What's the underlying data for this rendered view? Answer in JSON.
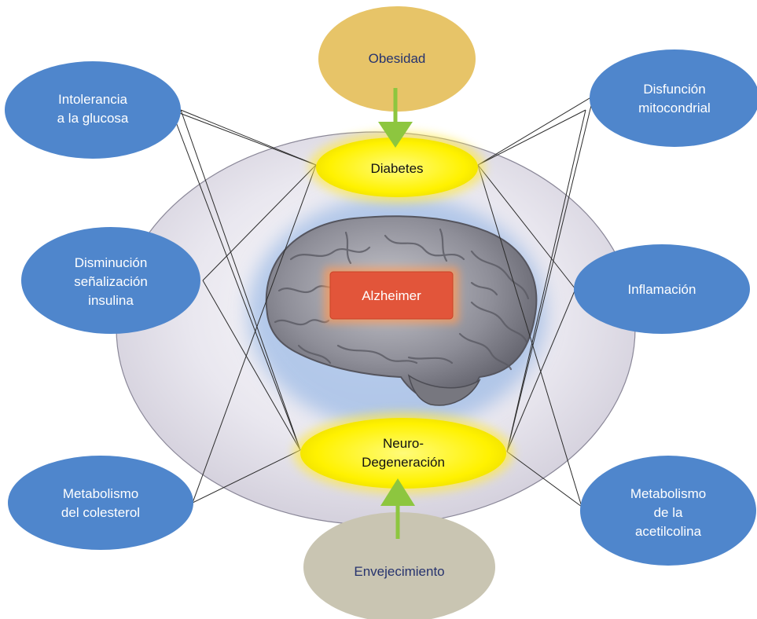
{
  "center": {
    "label": "Alzheimer"
  },
  "hubs": {
    "top": {
      "label": "Diabetes"
    },
    "bottom": {
      "line1": "Neuro-",
      "line2": "Degeneración"
    }
  },
  "drivers": {
    "top": {
      "label": "Obesidad"
    },
    "bottom": {
      "label": "Envejecimiento"
    }
  },
  "factors": {
    "intolerancia": {
      "line1": "Intolerancia",
      "line2": "a la glucosa"
    },
    "insulina": {
      "line1": "Disminución",
      "line2": "señalización",
      "line3": "insulina"
    },
    "colesterol": {
      "line1": "Metabolismo",
      "line2": "del colesterol"
    },
    "mitocondrial": {
      "line1": "Disfunción",
      "line2": "mitocondrial"
    },
    "inflamacion": {
      "line1": "Inflamación"
    },
    "acetilcolina": {
      "line1": "Metabolismo",
      "line2": "de la",
      "line3": "acetilcolina"
    }
  },
  "colors": {
    "factor_fill": "#4f86cc",
    "hub_fill": "#fff200",
    "obesidad_fill": "#e7c468",
    "envejecimiento_fill": "#c9c5b2",
    "arrow": "#8dc63f",
    "alzheimer_box": "#e2553a",
    "background_ellipse": "#d9d6e0",
    "brain": "#8c8c96"
  }
}
